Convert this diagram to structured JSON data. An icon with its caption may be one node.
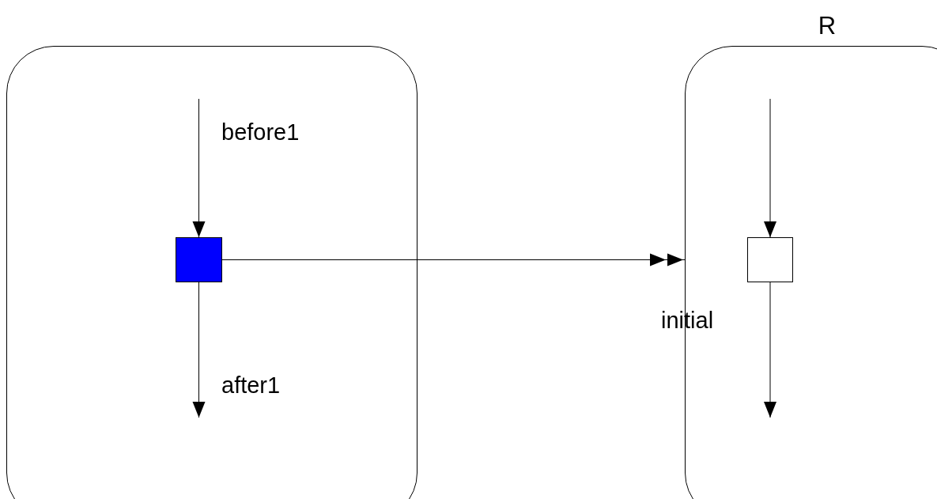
{
  "diagram": {
    "nodes": [
      {
        "text": [],
        "shape": "box"
      },
      {
        "text": [],
        "shape": "box",
        "in": 0
      },
      {
        "text": [
          "R"
        ]
      },
      {
        "text": [],
        "shape": "box",
        "in": 2
      }
    ],
    "edges": [
      {
        "from": null,
        "to": 1,
        "arrow": "to",
        "label": "before1"
      },
      {
        "from": 1,
        "to": null,
        "arrow": "to",
        "label": "after1"
      },
      {
        "from": 1,
        "to": 2,
        "arrow": "to"
      },
      {
        "from": null,
        "to": 3,
        "arrow": "to"
      },
      {
        "from": 3,
        "to": null,
        "arrow": "to"
      }
    ],
    "labels": [
      "initial"
    ]
  }
}
